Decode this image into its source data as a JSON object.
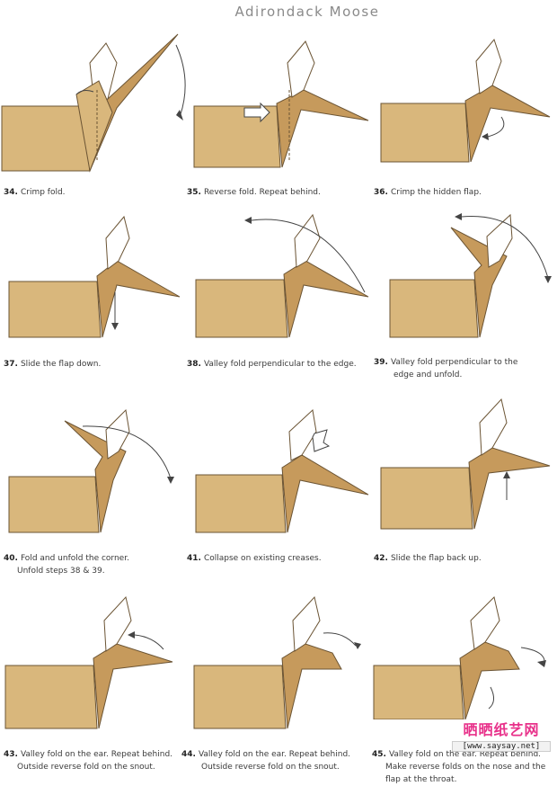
{
  "title": "Adirondack Moose",
  "colors": {
    "paper": "#d9b77c",
    "paper_dark": "#c69a5c",
    "edge": "#6b5434",
    "arrow": "#444444"
  },
  "steps": [
    {
      "number": "34.",
      "text": "Crimp fold.",
      "text2": ""
    },
    {
      "number": "35.",
      "text": "Reverse fold. Repeat behind.",
      "text2": ""
    },
    {
      "number": "36.",
      "text": "Crimp the hidden flap.",
      "text2": ""
    },
    {
      "number": "37.",
      "text": "Slide the flap down.",
      "text2": ""
    },
    {
      "number": "38.",
      "text": "Valley fold perpendicular to the edge.",
      "text2": ""
    },
    {
      "number": "39.",
      "text": "Valley fold perpendicular to the",
      "text2": "edge and unfold."
    },
    {
      "number": "40.",
      "text": "Fold and unfold the corner.",
      "text2": "Unfold steps 38 & 39."
    },
    {
      "number": "41.",
      "text": "Collapse on existing creases.",
      "text2": ""
    },
    {
      "number": "42.",
      "text": "Slide the flap back up.",
      "text2": ""
    },
    {
      "number": "43.",
      "text": "Valley fold on the ear. Repeat behind.",
      "text2": "Outside reverse fold on the snout."
    },
    {
      "number": "44.",
      "text": "Valley fold on the ear. Repeat behind.",
      "text2": "Outside reverse fold on the snout."
    },
    {
      "number": "45.",
      "text": "Valley fold on the ear. Repeat behind.",
      "text2": "Make reverse folds on the nose and the",
      "text3": "flap at the throat."
    }
  ],
  "watermark": {
    "brand": "晒晒纸艺网",
    "url": "[www.saysay.net]"
  }
}
